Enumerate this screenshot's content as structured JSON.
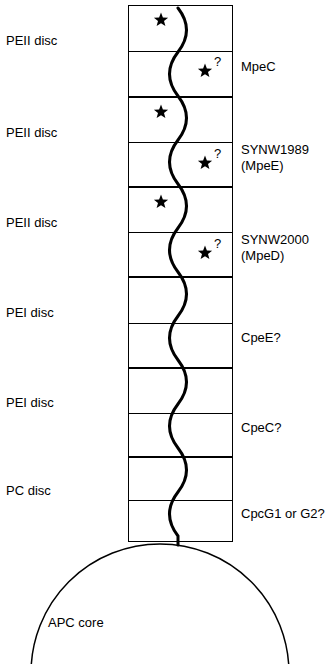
{
  "diagram": {
    "nodes": [
      {
        "text": [
          "PEII disc",
          "MpeC"
        ]
      },
      {
        "text": [
          "PEII disc",
          "SYNW1989 (MpeE)"
        ]
      },
      {
        "text": [
          "PEII disc",
          "SYNW2000 (MpeD)"
        ]
      },
      {
        "text": [
          "PEI disc",
          "CpeE?"
        ]
      },
      {
        "text": [
          "PEI disc",
          "CpeC?"
        ]
      },
      {
        "text": [
          "PC disc",
          "CpcG1 or G2?"
        ]
      },
      {
        "text": [
          "APC core"
        ]
      }
    ],
    "labels": [
      "?",
      "?",
      "?"
    ]
  }
}
